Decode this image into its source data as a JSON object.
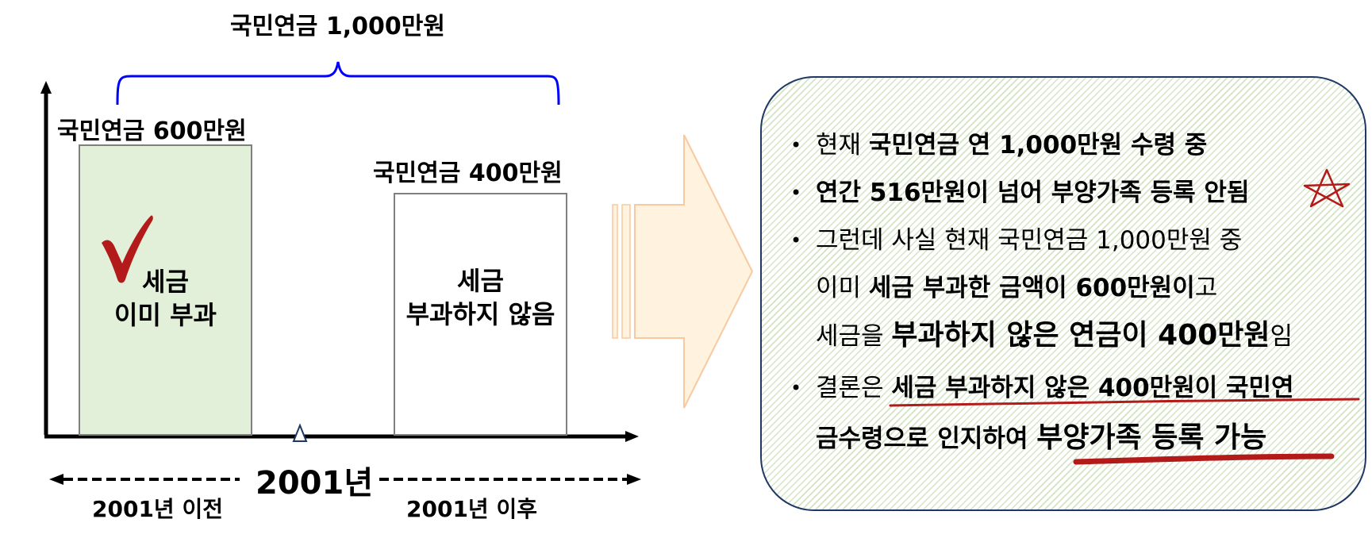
{
  "left": {
    "top_label": "국민연금 1,000만원",
    "box1_label": "국민연금 600만원",
    "box1_text": [
      "세금",
      "이미 부과"
    ],
    "box2_label": "국민연금 400만원",
    "box2_text": [
      "세금",
      "부과하지 않음"
    ],
    "year_label": "2001년",
    "before_label": "2001년 이전",
    "after_label": "2001년 이후",
    "colors": {
      "box1_fill": "#e2efd9",
      "brace": "#0000ff",
      "check": "#b31b1b",
      "arrow_fill": "#fff3e0",
      "arrow_stroke": "#f8c9a0"
    }
  },
  "panel": {
    "bullet_symbol": "•",
    "lines": [
      {
        "normal": "현재 ",
        "bold": "국민연금 연 1,000만원 수령 중"
      },
      {
        "bold": "연간 516만원이 넘어 부양가족 등록 안됨"
      },
      {
        "normal": "그런데 사실 현재 국민연금 1,000만원 중"
      },
      {
        "normal": "이미 ",
        "bold": "세금 부과한 금액이 600만원이",
        "tail": "고"
      },
      {
        "normal": "세금을 ",
        "bold": "부과하지 않은 연금이 400만원",
        "tail": "임"
      },
      {
        "normal": "결론은 ",
        "bold": "세금 부과하지 않은 400만원이 국민연"
      },
      {
        "bold": "금수령으로 인지하여 ",
        "big": "부양가족 등록 가능"
      }
    ],
    "colors": {
      "border": "#1f3864",
      "hatch": "#d3e4c4",
      "underline": "#b31b1b"
    }
  }
}
